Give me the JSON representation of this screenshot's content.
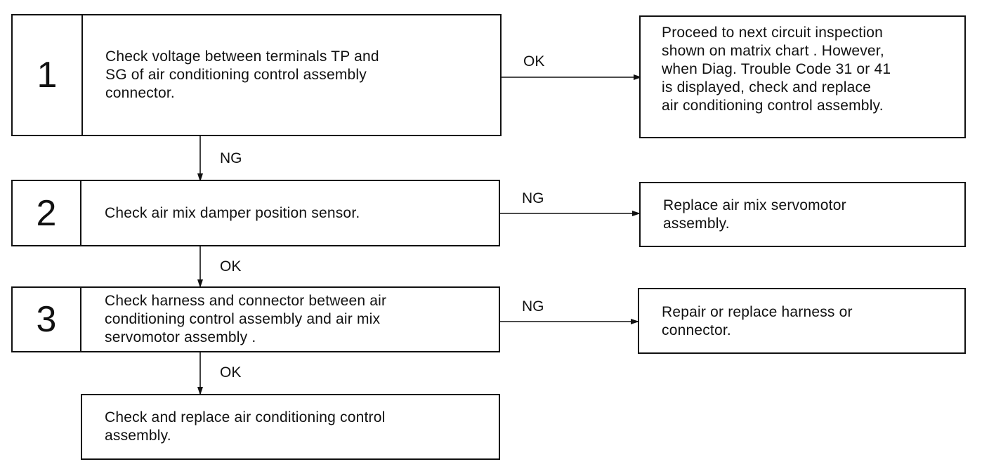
{
  "steps": [
    {
      "number": "1",
      "text": "Check voltage between terminals TP and\nSG of air conditioning control assembly\nconnector."
    },
    {
      "number": "2",
      "text": "Check air mix damper position sensor."
    },
    {
      "number": "3",
      "text": "Check harness and connector between air\nconditioning control assembly and air mix\nservomotor assembly ."
    }
  ],
  "results": [
    {
      "text": "Proceed to next circuit inspection\nshown on matrix chart . However,\nwhen Diag. Trouble Code 31 or 41\nis displayed, check and replace\nair conditioning control assembly."
    },
    {
      "text": "Replace air mix servomotor\nassembly."
    },
    {
      "text": "Repair or replace harness or\nconnector."
    }
  ],
  "final": {
    "text": "Check and replace air conditioning control\nassembly."
  },
  "labels": {
    "step1_right": "OK",
    "step1_down": "NG",
    "step2_right": "NG",
    "step2_down": "OK",
    "step3_right": "NG",
    "step3_down": "OK"
  }
}
